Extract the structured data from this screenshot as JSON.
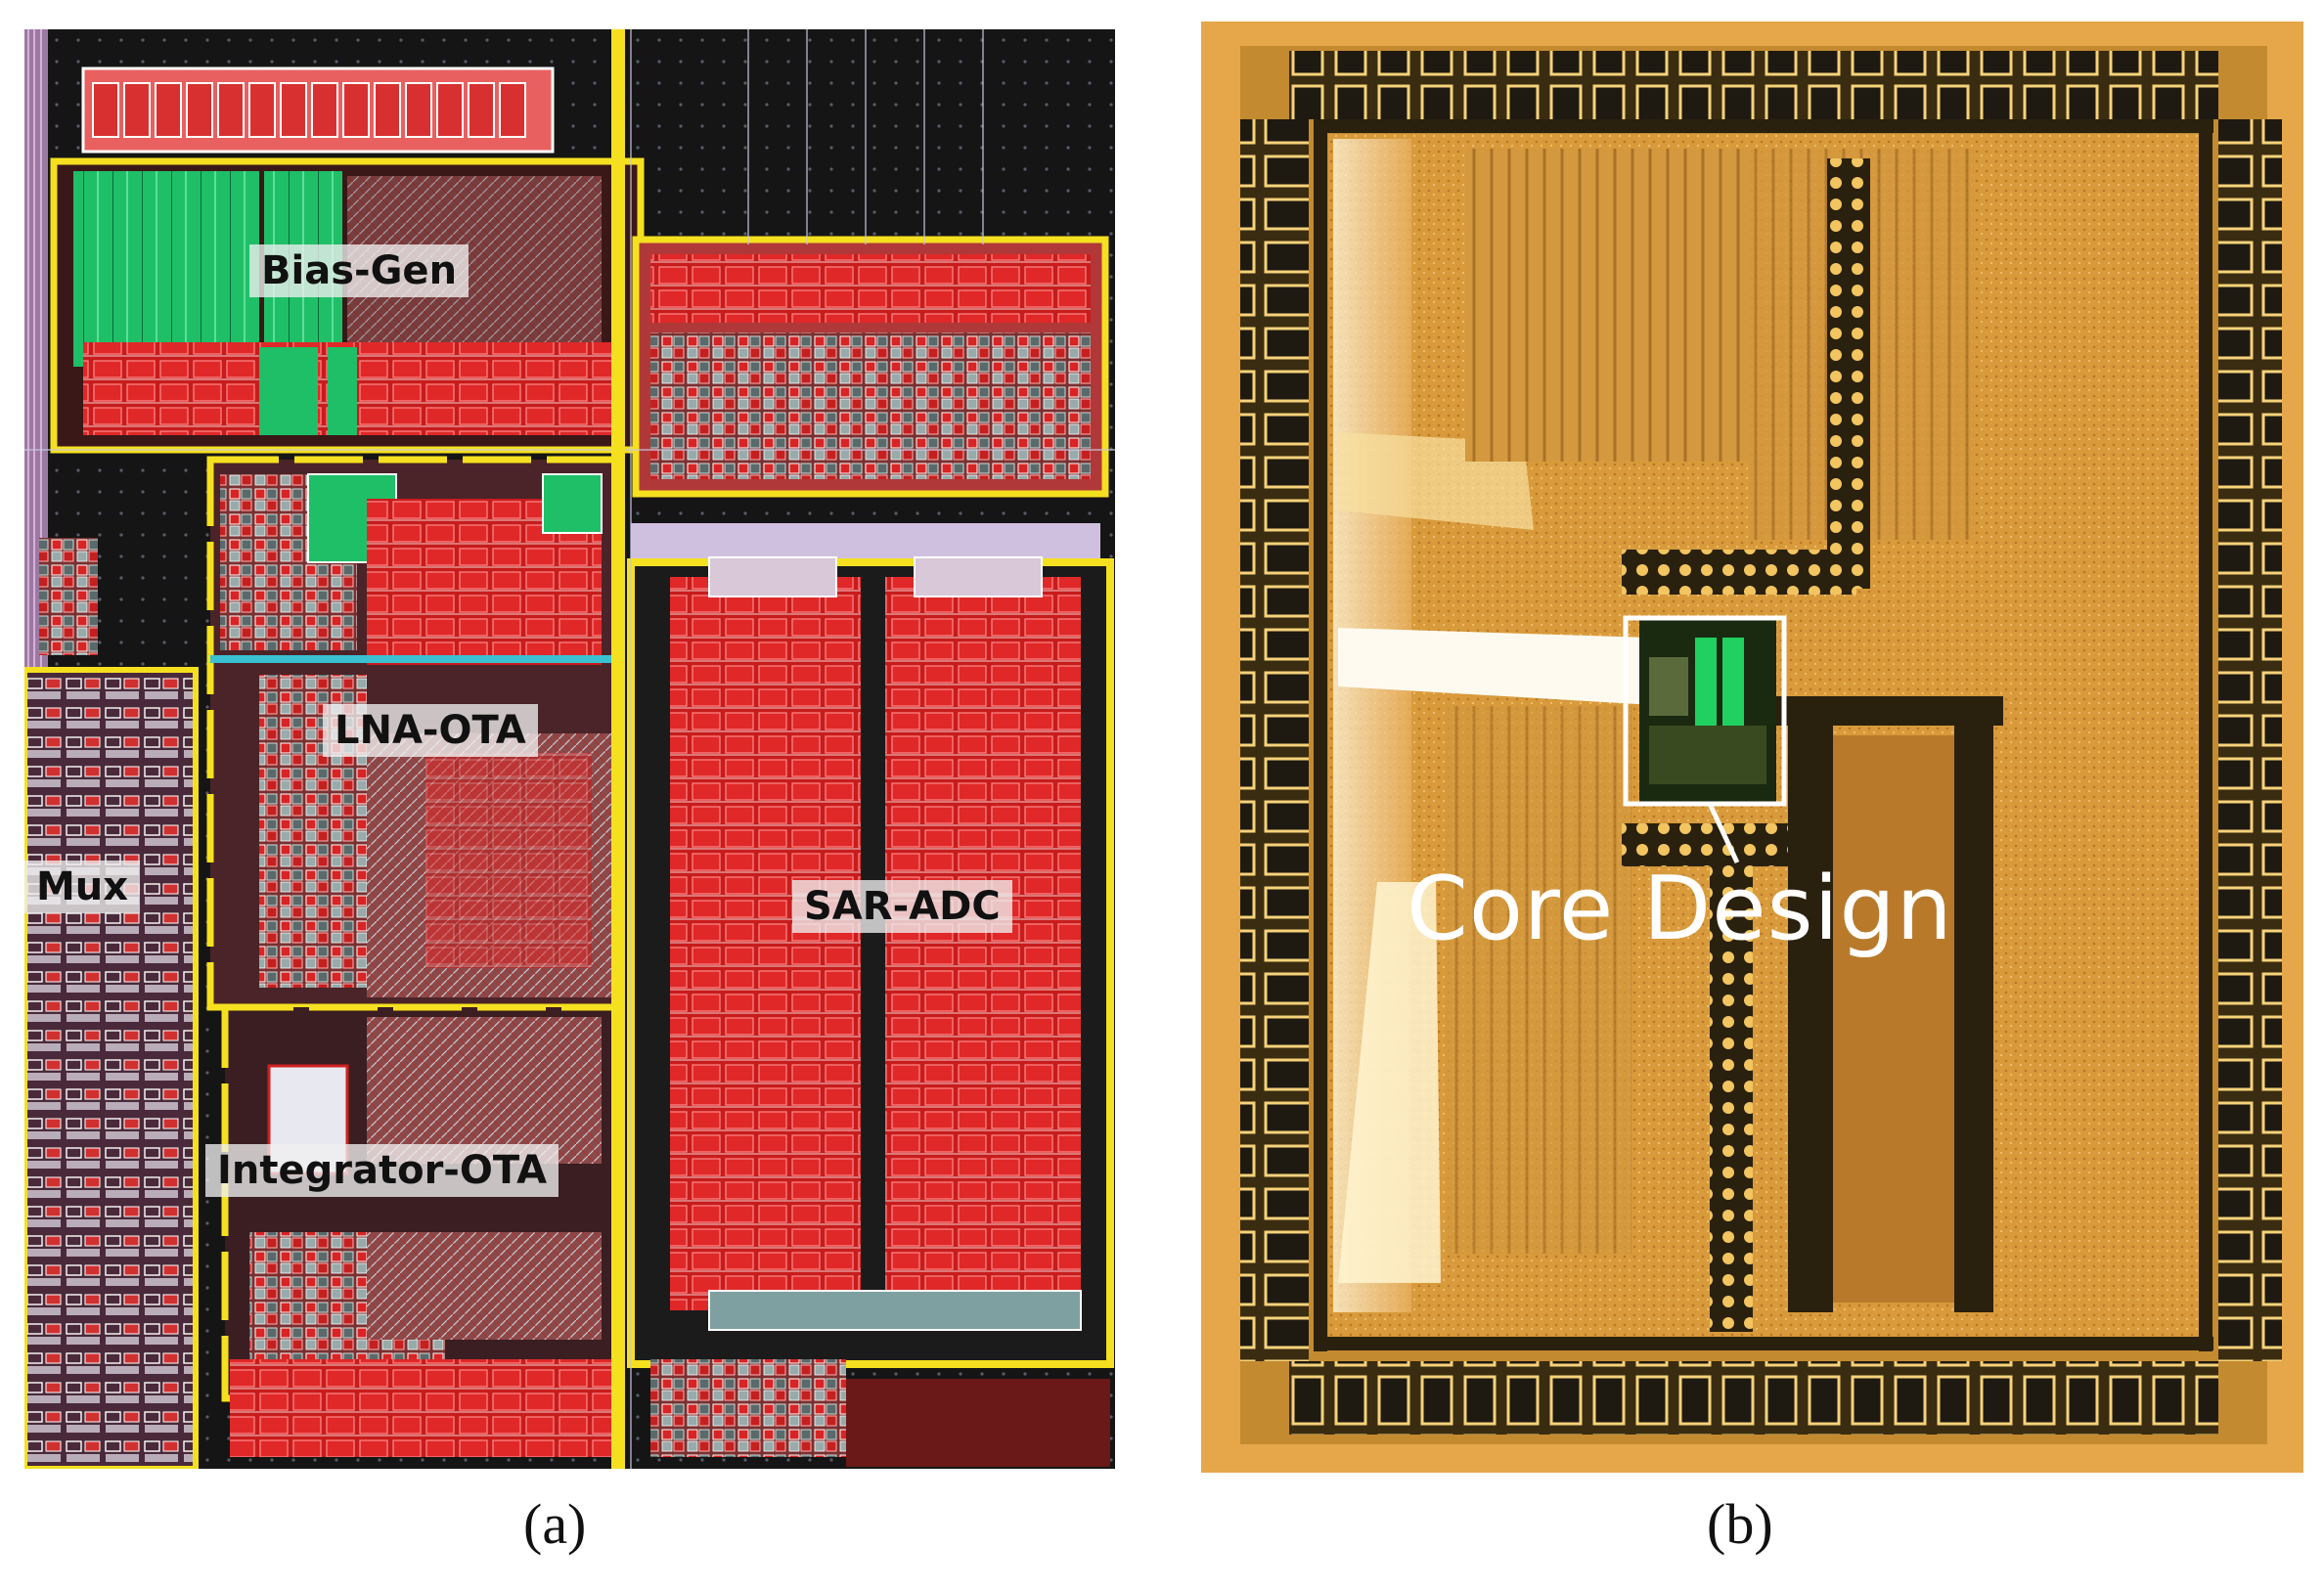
{
  "panel_a": {
    "labels": {
      "bias_gen": "Bias-Gen",
      "lna_ota": "LNA-OTA",
      "mux": "Mux",
      "sar_adc": "SAR-ADC",
      "integrator_ota": "Integrator-OTA"
    },
    "caption": "(a)"
  },
  "panel_b": {
    "core_label": "Core Design",
    "caption": "(b)"
  },
  "colors": {
    "layout_background": "#151515",
    "metal_red": "#d42020",
    "highlight_green": "#1fc76a",
    "guard_ring_yellow": "#f5e020",
    "die_gold": "#e0a143",
    "pad_dark": "#1e1a12"
  }
}
